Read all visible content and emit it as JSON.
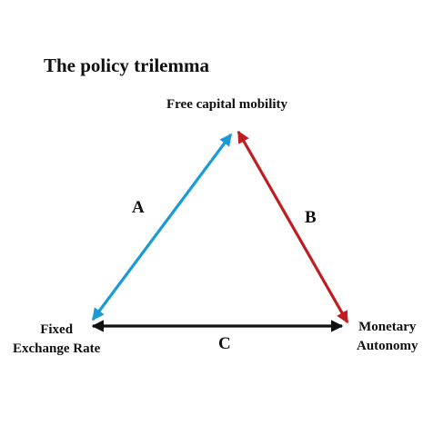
{
  "title": "The policy trilemma",
  "nodes": {
    "top": "Free capital mobility",
    "left_line1": "Fixed",
    "left_line2": "Exchange Rate",
    "right_line1": "Monetary",
    "right_line2": "Autonomy"
  },
  "edges": [
    {
      "label": "A",
      "from": "top",
      "to": "left",
      "color": "#1a9ad6"
    },
    {
      "label": "B",
      "from": "top",
      "to": "right",
      "color": "#c01c22"
    },
    {
      "label": "C",
      "from": "left",
      "to": "right",
      "color": "#111111"
    }
  ]
}
